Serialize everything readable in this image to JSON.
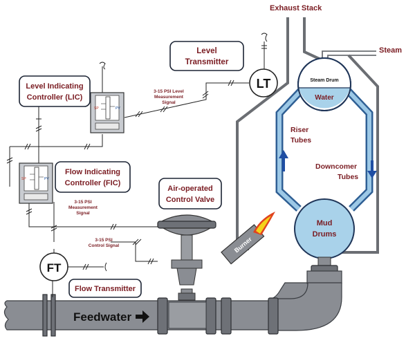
{
  "labels": {
    "exhaust_stack": "Exhaust Stack",
    "steam": "Steam",
    "level_transmitter_l1": "Level",
    "level_transmitter_l2": "Transmitter",
    "lic_l1": "Level Indicating",
    "lic_l2": "Controller (LIC)",
    "fic_l1": "Flow Indicating",
    "fic_l2": "Controller (FIC)",
    "valve_l1": "Air-operated",
    "valve_l2": "Control Valve",
    "flow_transmitter": "Flow Transmitter",
    "feedwater": "Feedwater",
    "steam_drum": "Steam Drum",
    "water": "Water",
    "riser_l1": "Riser",
    "riser_l2": "Tubes",
    "downcomer_l1": "Downcomer",
    "downcomer_l2": "Tubes",
    "mud_l1": "Mud",
    "mud_l2": "Drums",
    "burner": "Burner",
    "lt_tag": "LT",
    "ft_tag": "FT",
    "sp": "SP",
    "pv": "PV"
  },
  "signals": {
    "level_l1": "3-15 PSI Level",
    "level_l2": "Measurement",
    "level_l3": "Signal",
    "flow_l1": "3-15 PSI",
    "flow_l2": "Measurement",
    "flow_l3": "Signal",
    "control_l1": "3-15 PSI",
    "control_l2": "Control Signal"
  },
  "colors": {
    "label_text": "#7a1c22",
    "water_blue": "#a9d2ea",
    "tube_blue": "#3b78b8",
    "pipe_gray": "#8a8d93",
    "flame_yellow": "#f5d21a",
    "flame_red": "#e0431e",
    "arrow_blue": "#1f4ea3"
  },
  "icons": [
    "air-symbol-icon",
    "flow-arrow-icon",
    "flame-icon",
    "tube-arrow-icon"
  ]
}
